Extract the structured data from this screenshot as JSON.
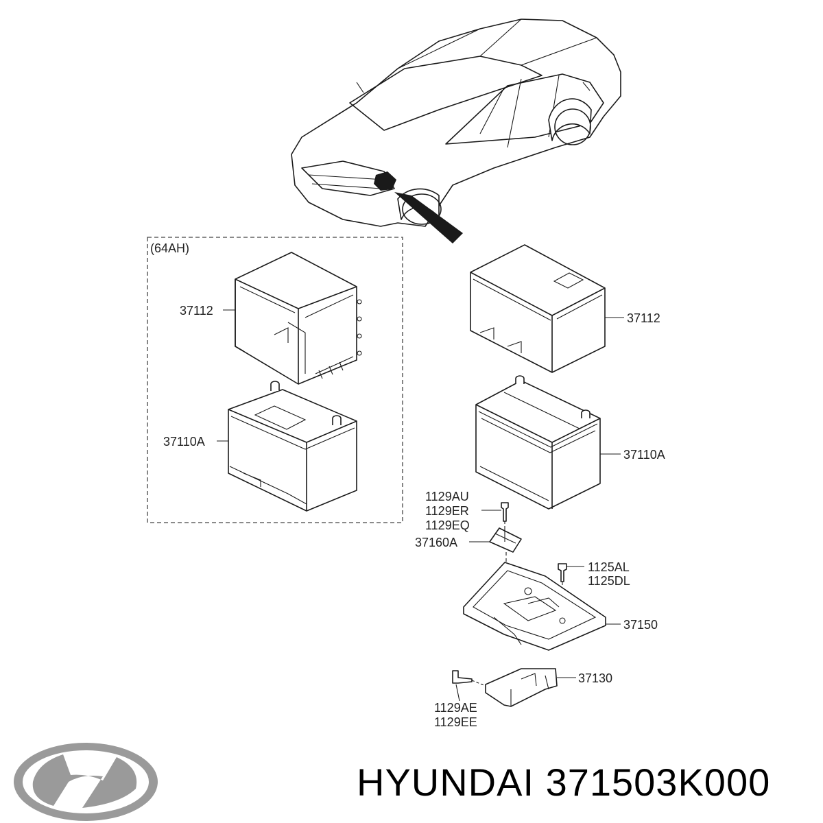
{
  "labels": {
    "kit_title": "(64AH)",
    "left_cover": "37112",
    "left_battery": "37110A",
    "right_cover": "37112",
    "right_battery": "37110A",
    "bolt_top_1": "1129AU",
    "bolt_top_2": "1129ER",
    "bolt_top_3": "1129EQ",
    "clamp": "37160A",
    "bolt_right_1": "1125AL",
    "bolt_right_2": "1125DL",
    "tray": "37150",
    "bracket": "37130",
    "bolt_bottom_1": "1129AE",
    "bolt_bottom_2": "1129EE"
  },
  "brand": {
    "text": "HYUNDAI 371503K000",
    "logo_color": "#9a9a9a"
  }
}
